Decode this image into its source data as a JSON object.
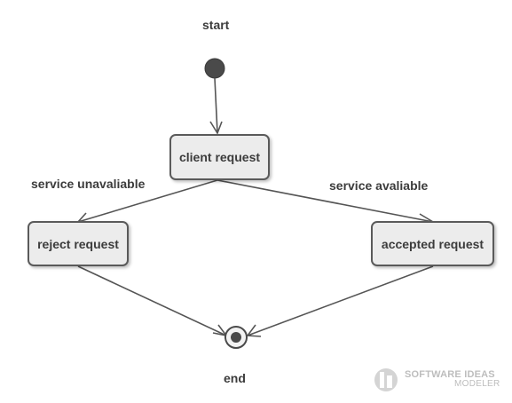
{
  "diagram": {
    "labels": {
      "start": "start",
      "end": "end"
    },
    "states": {
      "client_request": "client request",
      "reject_request": "reject request",
      "accepted_request": "accepted request"
    },
    "transitions": {
      "unavailable": "service unavaliable",
      "available": "service avaliable"
    },
    "colors": {
      "node_fill": "#ececec",
      "node_border": "#5a5a5a",
      "line": "#555555",
      "text": "#3c3c3c",
      "watermark": "#bdbdbd"
    }
  },
  "watermark": {
    "brand": "SOFTWARE IDEAS",
    "product": "MODELER"
  }
}
